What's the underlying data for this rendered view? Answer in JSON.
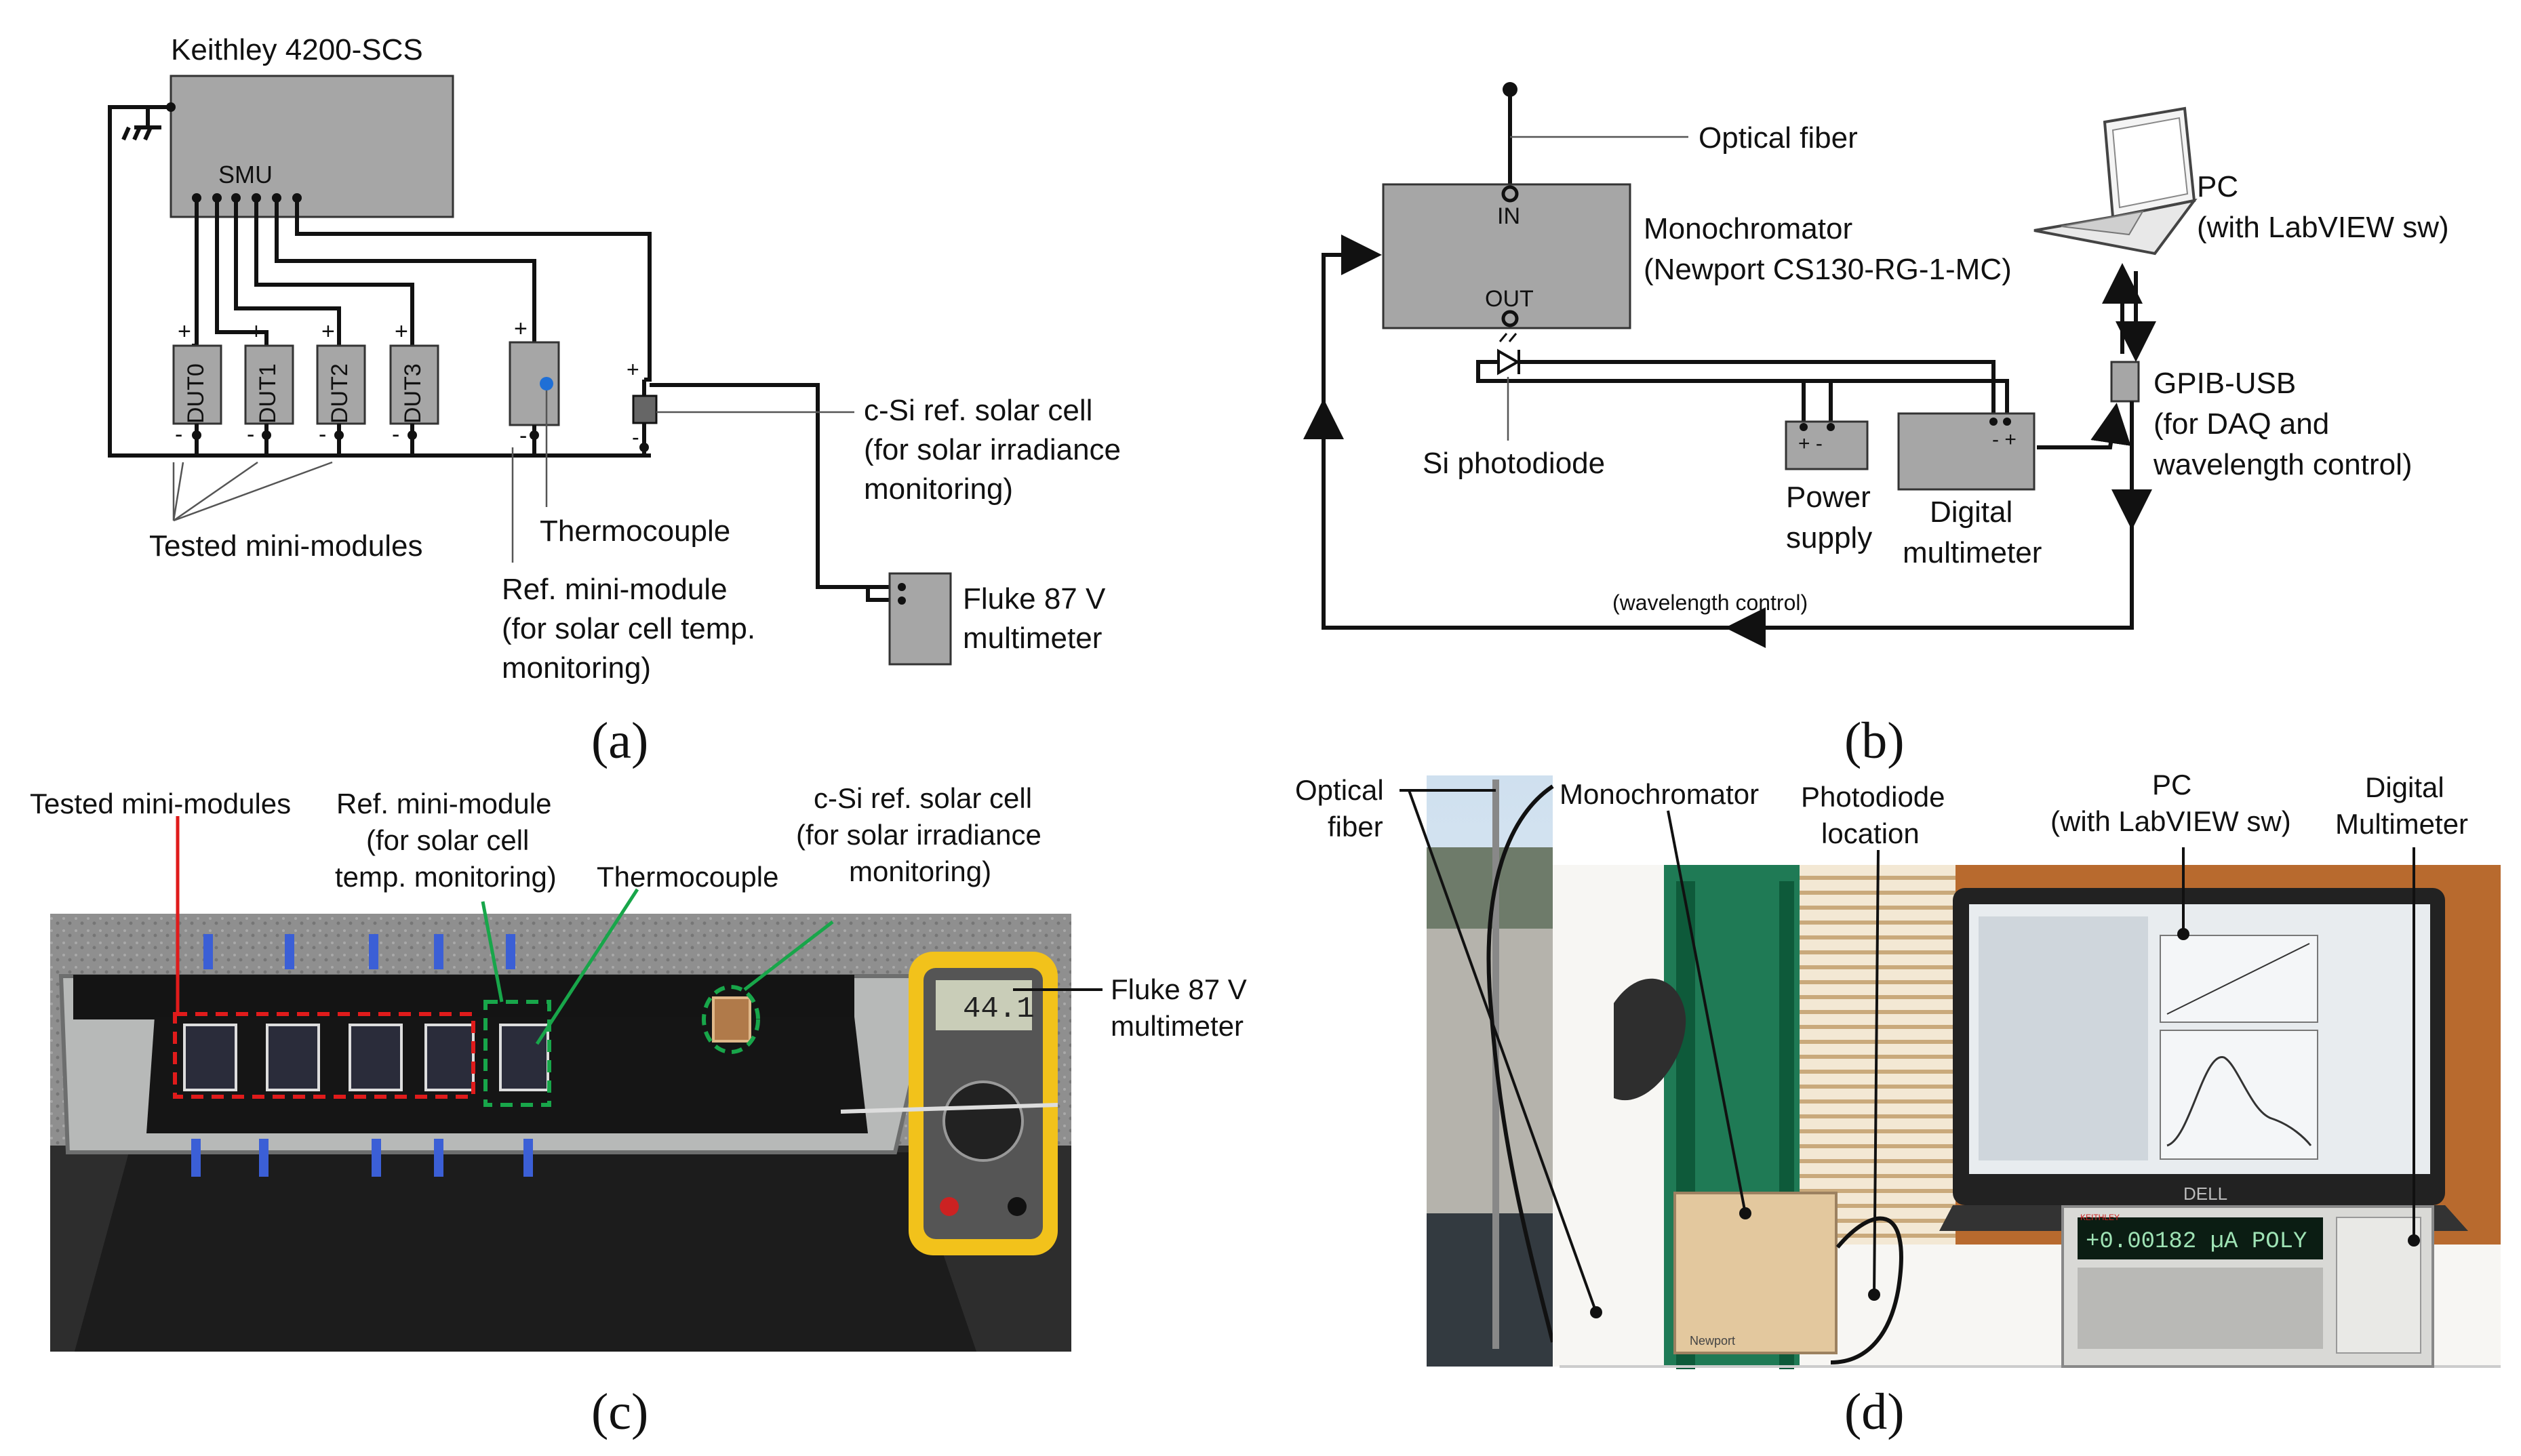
{
  "panels": {
    "a": {
      "caption": "(a)",
      "keithley": "Keithley 4200-SCS",
      "smu": "SMU",
      "duts": [
        "DUT0",
        "DUT1",
        "DUT2",
        "DUT3"
      ],
      "plus": "+",
      "minus": "-",
      "tested_modules": "Tested mini-modules",
      "thermocouple": "Thermocouple",
      "ref_module": [
        "Ref. mini-module",
        "(for solar cell temp.",
        "monitoring)"
      ],
      "csi_cell": [
        "c-Si ref. solar cell",
        "(for solar irradiance",
        "monitoring)"
      ],
      "fluke": [
        "Fluke 87 V",
        "multimeter"
      ]
    },
    "b": {
      "caption": "(b)",
      "optical_fiber": "Optical fiber",
      "in": "IN",
      "out": "OUT",
      "monochromator": [
        "Monochromator",
        "(Newport CS130-RG-1-MC)"
      ],
      "pc": [
        "PC",
        "(with LabVIEW sw)"
      ],
      "gpib": [
        "GPIB-USB",
        "(for DAQ and",
        "wavelength control)"
      ],
      "photodiode": "Si photodiode",
      "power_supply": [
        "Power",
        "supply"
      ],
      "dmm": [
        "Digital",
        "multimeter"
      ],
      "wavelength": "(wavelength control)",
      "ps_terms": "+  -",
      "dmm_terms": "- +"
    },
    "c": {
      "caption": "(c)",
      "tested": "Tested mini-modules",
      "ref": [
        "Ref. mini-module",
        "(for solar cell",
        "temp. monitoring)"
      ],
      "thermocouple": "Thermocouple",
      "csi": [
        "c-Si ref. solar cell",
        "(for solar irradiance",
        "monitoring)"
      ],
      "fluke": [
        "Fluke 87 V",
        "multimeter"
      ],
      "reading": "44.1"
    },
    "d": {
      "caption": "(d)",
      "fiber": [
        "Optical",
        "fiber"
      ],
      "monochromator": "Monochromator",
      "photodiode": [
        "Photodiode",
        "location"
      ],
      "pc": [
        "PC",
        "(with LabVIEW sw)"
      ],
      "dmm": [
        "Digital",
        "Multimeter"
      ],
      "reading": "+0.00182 µA POLY",
      "laptop_brand": "DELL",
      "mono_brand": "Newport",
      "meter_brand": "KEITHLEY"
    }
  },
  "colors": {
    "box_gray": "#a6a6a6",
    "callout_red": "#e01b1b",
    "callout_green": "#18a64a",
    "fluke_yellow": "#f2c21b",
    "thermo_blue": "#1f6fd6"
  }
}
